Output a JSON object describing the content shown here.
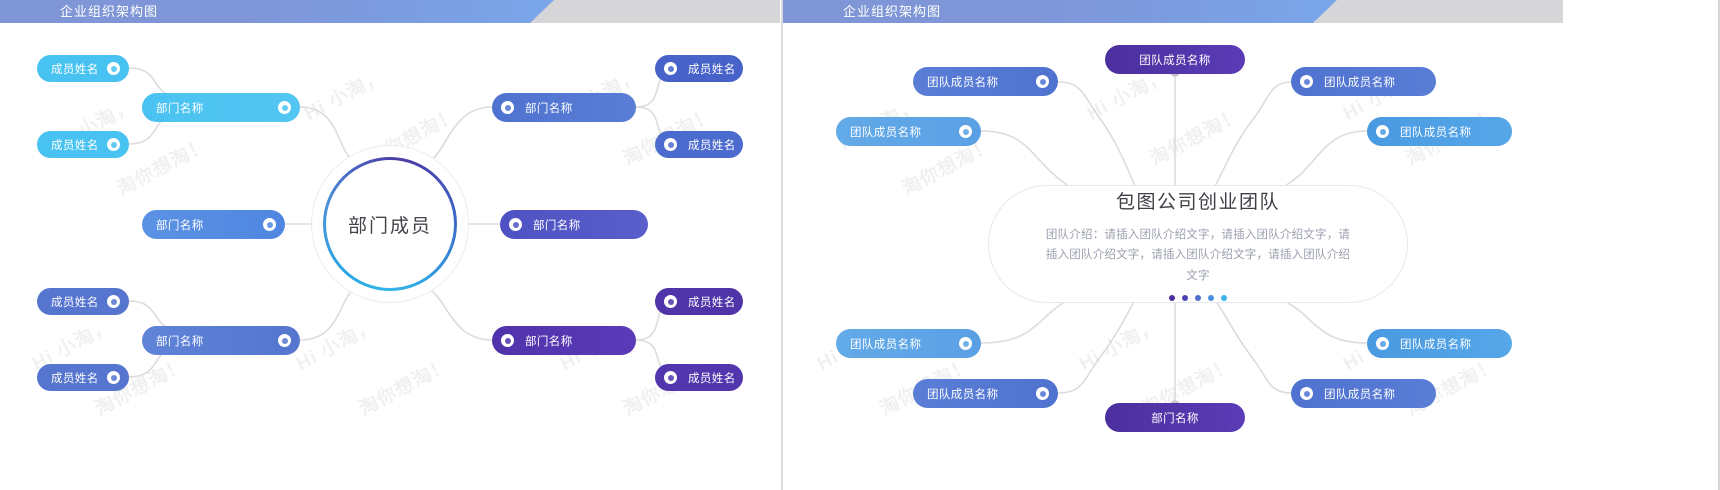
{
  "slides": [
    {
      "id": "left",
      "header_title": "企业组织架构图",
      "center_label": "部门成员",
      "nodes": [
        {
          "id": "l-m1",
          "label": "成员姓名",
          "color": "#48c2f0"
        },
        {
          "id": "l-m2",
          "label": "成员姓名",
          "color": "#48c2f0"
        },
        {
          "id": "l-d1",
          "label": "部门名称",
          "color": "#4cc3f2"
        },
        {
          "id": "l-d2",
          "label": "部门名称",
          "color": "#4f86e0"
        },
        {
          "id": "l-r1",
          "label": "部门名称",
          "color": "#4e72cf"
        },
        {
          "id": "l-rm1",
          "label": "成员姓名",
          "color": "#4763c9"
        },
        {
          "id": "l-rm2",
          "label": "成员姓名",
          "color": "#4c6bce"
        },
        {
          "id": "l-r2",
          "label": "部门名称",
          "color": "#4e52c2"
        },
        {
          "id": "l-m3",
          "label": "成员姓名",
          "color": "#5575cf"
        },
        {
          "id": "l-m4",
          "label": "成员姓名",
          "color": "#5575cf"
        },
        {
          "id": "l-d3",
          "label": "部门名称",
          "color": "#5575cf"
        },
        {
          "id": "l-r3",
          "label": "部门名称",
          "color": "#5032ab"
        },
        {
          "id": "l-rm3",
          "label": "成员姓名",
          "color": "#4e34a8"
        },
        {
          "id": "l-rm4",
          "label": "成员姓名",
          "color": "#5136ae"
        }
      ]
    },
    {
      "id": "right",
      "header_title": "企业组织架构图",
      "card_title": "包图公司创业团队",
      "card_desc": "团队介绍：请插入团队介绍文字，请插入团队介绍文字，请插入团队介绍文字，请插入团队介绍文字，请插入团队介绍文字",
      "card_dots": [
        "#4b2f9e",
        "#4b44b6",
        "#4f6ccd",
        "#4a8ede",
        "#3fb4ec"
      ],
      "nodes": [
        {
          "id": "r-top",
          "label": "团队成员名称",
          "color": "#4b2f9e"
        },
        {
          "id": "r-tl1",
          "label": "团队成员名称",
          "color": "#4f72d0"
        },
        {
          "id": "r-tl2",
          "label": "团队成员名称",
          "color": "#5aa0e4"
        },
        {
          "id": "r-tr1",
          "label": "团队成员名称",
          "color": "#4f72d0"
        },
        {
          "id": "r-tr2",
          "label": "团队成员名称",
          "color": "#4a9ae2"
        },
        {
          "id": "r-bl1",
          "label": "团队成员名称",
          "color": "#5aa0e4"
        },
        {
          "id": "r-bl2",
          "label": "团队成员名称",
          "color": "#4f72d0"
        },
        {
          "id": "r-br1",
          "label": "团队成员名称",
          "color": "#4a9ae2"
        },
        {
          "id": "r-br2",
          "label": "团队成员名称",
          "color": "#4f72d0"
        },
        {
          "id": "r-bot",
          "label": "部门名称",
          "color": "#4b2f9e"
        }
      ]
    }
  ],
  "watermark": {
    "a": "Hi 小淘，",
    "b": "淘你想淘！"
  }
}
